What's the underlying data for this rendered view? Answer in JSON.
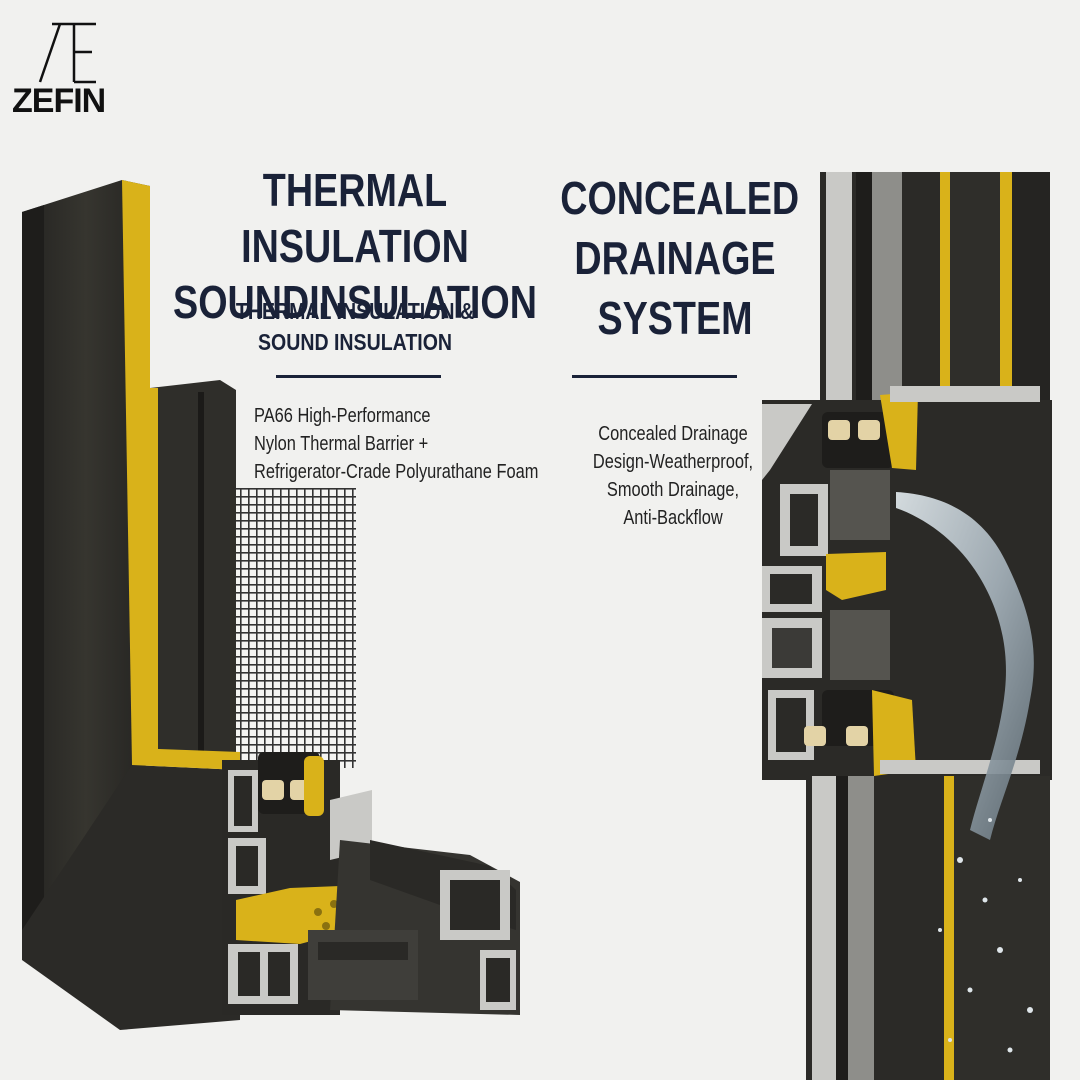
{
  "brand": {
    "name": "ZEFIN",
    "logo_icon": "zefin-monogram-icon"
  },
  "left_panel": {
    "headline_line1": "THERMAL INSULATION",
    "headline_line2": "SOUNDINSULATION",
    "subhead_line1": "THERMAL INSULATION &",
    "subhead_line2": "SOUND INSULATION",
    "description_line1": "PA66 High-Performance",
    "description_line2": "Nylon Thermal Barrier +",
    "description_line3": "Refrigerator-Crade Polyurathane Foam"
  },
  "right_panel": {
    "headline_line1": "CONCEALED",
    "headline_line2": "DRAINAGE",
    "headline_line3": "SYSTEM",
    "description_line1": "Concealed Drainage",
    "description_line2": "Design-Weatherproof,",
    "description_line3": "Smooth Drainage,",
    "description_line4": "Anti-Backflow"
  },
  "colors": {
    "background": "#f1f1ef",
    "text_navy": "#1a2238",
    "profile_dark": "#2c2b29",
    "profile_mid": "#3b3a37",
    "accent_yellow": "#d9b21a",
    "aluminium_light": "#c9c9c6",
    "water": "#b9c4cc"
  }
}
